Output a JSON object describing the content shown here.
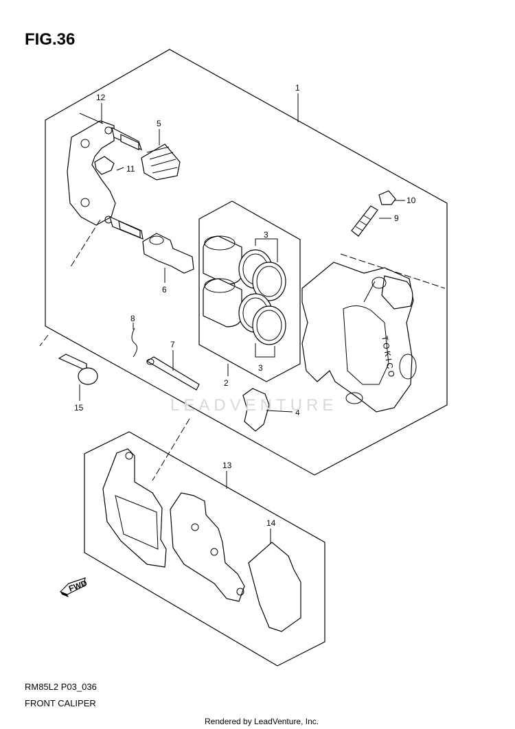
{
  "figure": {
    "title": "FIG.36",
    "model_code": "RM85L2 P03_036",
    "caption": "FRONT CALIPER",
    "render_note": "Rendered by LeadVenture, Inc.",
    "watermark": "LEADVENTURE",
    "caliper_brand": "TOKICO",
    "direction_marker": "FWD"
  },
  "callouts": [
    {
      "id": "1",
      "part": "caliper-assembly"
    },
    {
      "id": "2",
      "part": "piston-set"
    },
    {
      "id": "3",
      "part": "piston-seal"
    },
    {
      "id": "3",
      "part": "piston-seal"
    },
    {
      "id": "4",
      "part": "pad-spring"
    },
    {
      "id": "5",
      "part": "boot"
    },
    {
      "id": "6",
      "part": "slide-pin"
    },
    {
      "id": "7",
      "part": "pad-pin"
    },
    {
      "id": "8",
      "part": "clip"
    },
    {
      "id": "9",
      "part": "bleeder-valve"
    },
    {
      "id": "10",
      "part": "bleeder-cap"
    },
    {
      "id": "11",
      "part": "bracket-clip"
    },
    {
      "id": "12",
      "part": "caliper-bracket"
    },
    {
      "id": "13",
      "part": "pad-set"
    },
    {
      "id": "14",
      "part": "pad-shim"
    },
    {
      "id": "15",
      "part": "mounting-bolt"
    }
  ],
  "colors": {
    "line": "#000000",
    "background": "#ffffff",
    "watermark": "#d8d8d8"
  }
}
